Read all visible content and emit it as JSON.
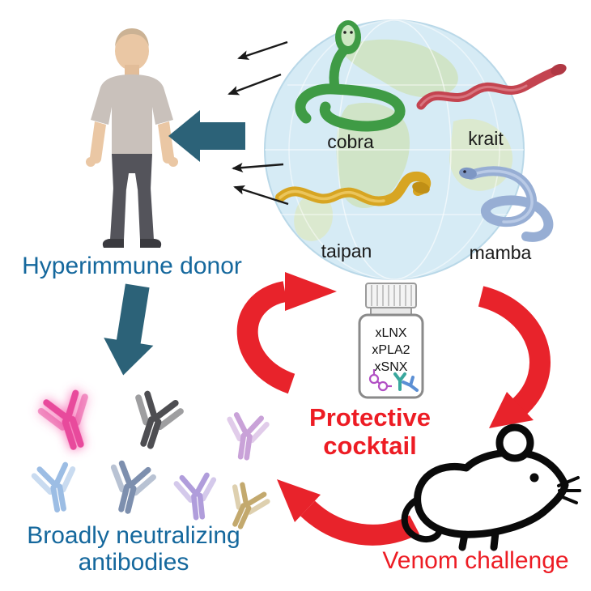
{
  "colors": {
    "label_blue": "#15689d",
    "label_red": "#ed1c24",
    "arrow_teal": "#2c6278",
    "arrow_red": "#e8232b",
    "label_black": "#1a1a1a"
  },
  "donor": {
    "label": "Hyperimmune donor"
  },
  "globe": {
    "snakes": [
      {
        "name": "cobra"
      },
      {
        "name": "krait"
      },
      {
        "name": "taipan"
      },
      {
        "name": "mamba"
      }
    ]
  },
  "cocktail": {
    "label_line1": "Protective",
    "label_line2": "cocktail",
    "vial_lines": [
      "xLNX",
      "xPLA2",
      "xSNX"
    ]
  },
  "antibodies": {
    "label_line1": "Broadly neutralizing",
    "label_line2": "antibodies"
  },
  "challenge": {
    "label": "Venom challenge"
  },
  "icons": [
    "globe-icon",
    "cobra-icon",
    "krait-icon",
    "taipan-icon",
    "mamba-icon",
    "donor-person-icon",
    "vial-icon",
    "mouse-icon",
    "antibody-icon",
    "arrow-icon"
  ]
}
